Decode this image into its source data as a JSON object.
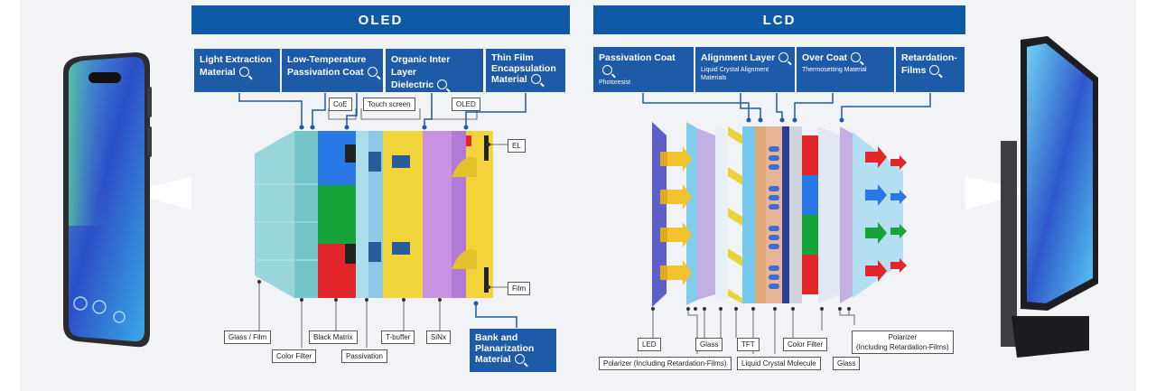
{
  "oled": {
    "title": "OLED",
    "materials": [
      {
        "line1": "Light Extraction",
        "line2": "Material"
      },
      {
        "line1": "Low-Temperature",
        "line2": "Passivation Coat"
      },
      {
        "line1": "Organic Inter Layer",
        "line2": "Dielectric"
      },
      {
        "line1": "Thin Film",
        "line2": "Encapsulation",
        "line3": "Material"
      }
    ],
    "bottom_material": {
      "line1": "Bank and",
      "line2": "Planarization",
      "line3": "Material"
    },
    "labels": {
      "coe": "CoE",
      "touch_screen": "Touch screen",
      "oled": "OLED",
      "el": "EL",
      "film": "Film",
      "glass_film": "Glass / Film",
      "black_matrix": "Black Matrix",
      "t_buffer": "T-buffer",
      "sinx": "SiNx",
      "color_filter": "Color Filter",
      "passivation": "Passivation"
    }
  },
  "lcd": {
    "title": "LCD",
    "materials": [
      {
        "title": "Passivation Coat",
        "sub": "Photoresist"
      },
      {
        "title": "Alignment Layer",
        "sub": "Liquid Crystal Alignment Materials"
      },
      {
        "title": "Over Coat",
        "sub": "Thermosetting Material"
      },
      {
        "title": "Retardation-",
        "title2": "Films"
      }
    ],
    "labels": {
      "led": "LED",
      "glass": "Glass",
      "tft": "TFT",
      "color_filter": "Color Filter",
      "polarizer_right_1": "Polarizer",
      "polarizer_right_2": "(Including Retardation-Films)",
      "polarizer_left": "Polarizer (Including Retardation-Films)",
      "liquid_crystal": "Liquid Crystal Molecule",
      "glass2": "Glass"
    }
  },
  "colors": {
    "header": "#0f5aa6",
    "material_box": "#1d5aa8",
    "panel": "#d6dde6"
  }
}
